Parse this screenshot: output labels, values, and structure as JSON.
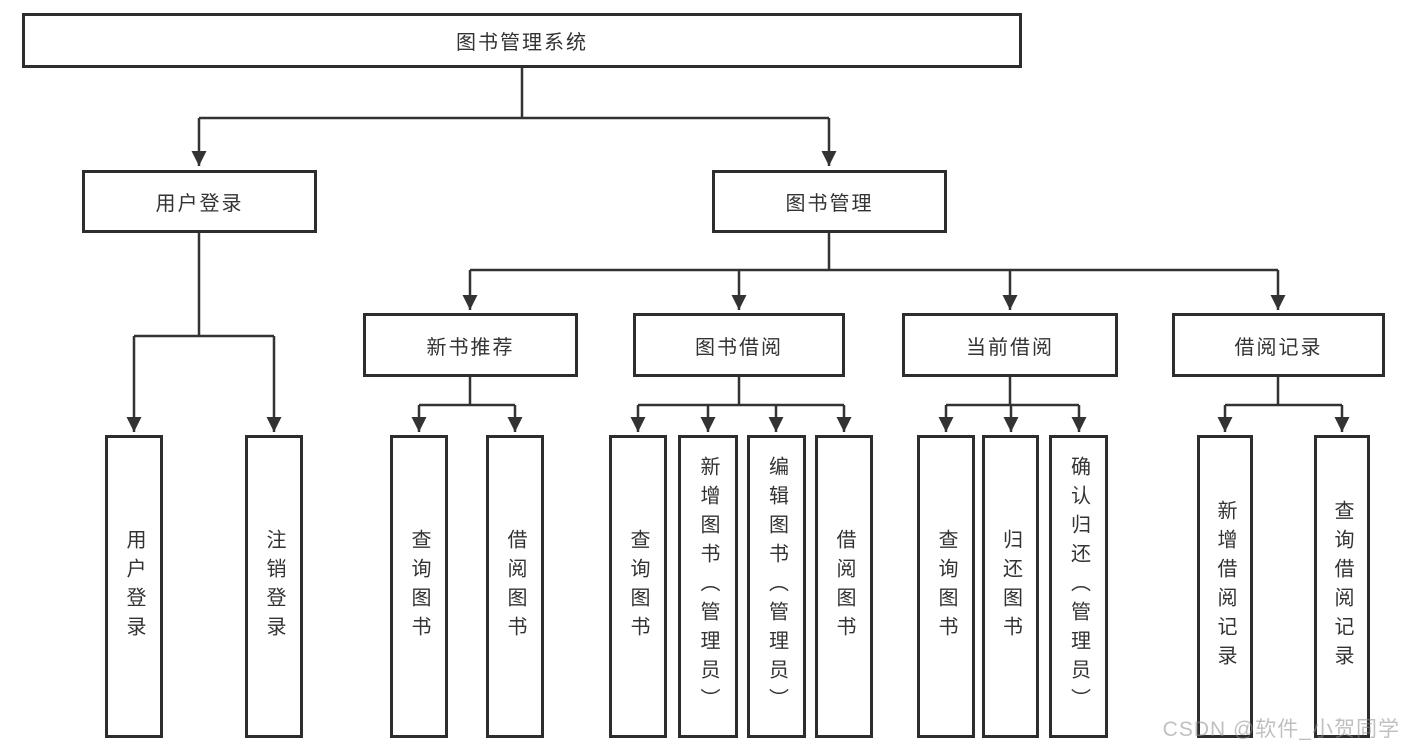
{
  "tree": {
    "label": "图书管理系统",
    "children": [
      {
        "label": "用户登录",
        "children": [
          {
            "label": "用户登录"
          },
          {
            "label": "注销登录"
          }
        ]
      },
      {
        "label": "图书管理",
        "children": [
          {
            "label": "新书推荐",
            "children": [
              {
                "label": "查询图书"
              },
              {
                "label": "借阅图书"
              }
            ]
          },
          {
            "label": "图书借阅",
            "children": [
              {
                "label": "查询图书"
              },
              {
                "label": "新增图书（管理员）"
              },
              {
                "label": "编辑图书（管理员）"
              },
              {
                "label": "借阅图书"
              }
            ]
          },
          {
            "label": "当前借阅",
            "children": [
              {
                "label": "查询图书"
              },
              {
                "label": "归还图书"
              },
              {
                "label": "确认归还（管理员）"
              }
            ]
          },
          {
            "label": "借阅记录",
            "children": [
              {
                "label": "新增借阅记录"
              },
              {
                "label": "查询借阅记录"
              }
            ]
          }
        ]
      }
    ]
  },
  "watermark": {
    "text": "CSDN @软件_小贺同学"
  },
  "colors": {
    "line": "#333333",
    "box_border": "#2d2d2d",
    "text": "#333333",
    "background": "#ffffff",
    "watermark": "#8c8c8c"
  }
}
